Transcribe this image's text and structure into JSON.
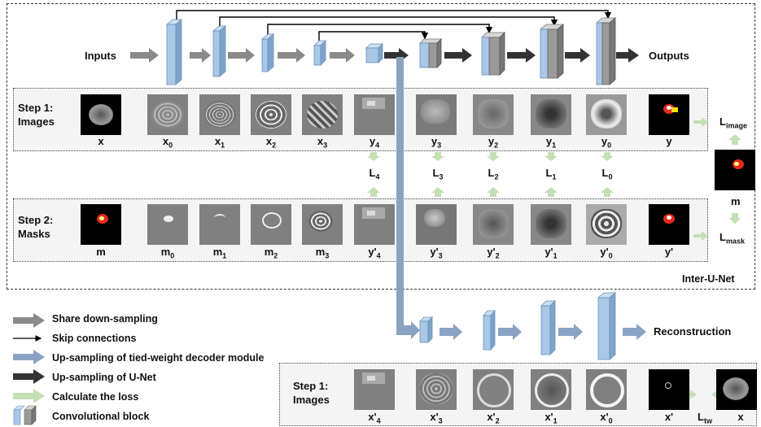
{
  "top": {
    "inputs": "Inputs",
    "outputs": "Outputs",
    "section_label": "Inter-U-Net"
  },
  "row1": {
    "step": "Step 1:",
    "step_sub": "Images",
    "captions": [
      "x",
      "x",
      "x",
      "x",
      "x",
      "y",
      "y",
      "y",
      "y",
      "y",
      "y"
    ],
    "subs": [
      "",
      "0",
      "1",
      "2",
      "3",
      "4",
      "3",
      "2",
      "1",
      "0",
      ""
    ]
  },
  "losses": {
    "subs": [
      "4",
      "3",
      "2",
      "1",
      "0"
    ],
    "base": "L"
  },
  "row2": {
    "step": "Step 2:",
    "step_sub": "Masks",
    "captions": [
      "m",
      "m",
      "m",
      "m",
      "m",
      "y'",
      "y'",
      "y'",
      "y'",
      "y'",
      "y'"
    ],
    "subs": [
      "",
      "0",
      "1",
      "2",
      "3",
      "4",
      "3",
      "2",
      "1",
      "0",
      ""
    ]
  },
  "right": {
    "limage_base": "L",
    "limage_sub": "image",
    "m": "m",
    "lmask_base": "L",
    "lmask_sub": "mask"
  },
  "recon": {
    "label": "Reconstruction"
  },
  "row3": {
    "step": "Step 1:",
    "step_sub": "Images",
    "captions": [
      "x'",
      "x'",
      "x'",
      "x'",
      "x'",
      "x'",
      "x"
    ],
    "subs": [
      "4",
      "3",
      "2",
      "1",
      "0",
      "",
      ""
    ],
    "ltw_base": "L",
    "ltw_sub": "tw"
  },
  "legend": [
    {
      "label": "Share down-sampling",
      "color": "#8a8a8a"
    },
    {
      "label": "Skip connections",
      "color": "#000000"
    },
    {
      "label": "Up-sampling of tied-weight decoder module",
      "color": "#8aa3c2"
    },
    {
      "label": "Up-sampling of U-Net",
      "color": "#333333"
    },
    {
      "label": "Calculate the loss",
      "color": "#c4dfb4"
    },
    {
      "label": "Convolutional block",
      "color": "#a9c8e8"
    }
  ]
}
